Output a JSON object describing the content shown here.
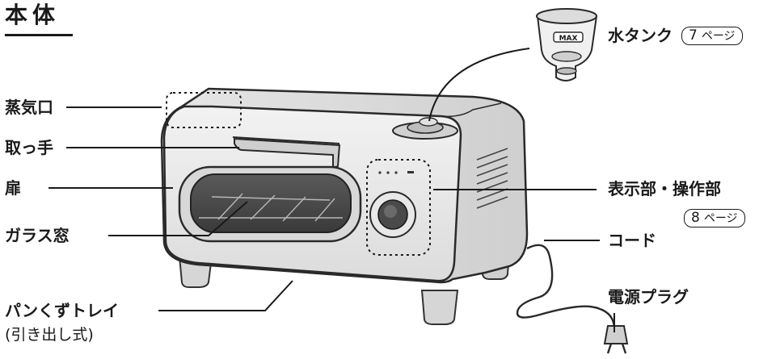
{
  "title": "本体",
  "labels": {
    "steam_port": "蒸気口",
    "handle": "取っ手",
    "door": "扉",
    "glass_window": "ガラス窓",
    "crumb_tray": "パンくずトレイ",
    "crumb_tray_note": "(引き出し式)",
    "water_tank": "水タンク",
    "display_controls": "表示部・操作部",
    "cord": "コード",
    "power_plug": "電源プラグ"
  },
  "page_refs": {
    "water_tank": {
      "page": "7",
      "unit": "ページ"
    },
    "display_controls": {
      "page": "8",
      "unit": "ページ"
    }
  },
  "tank_badge": "MAX"
}
